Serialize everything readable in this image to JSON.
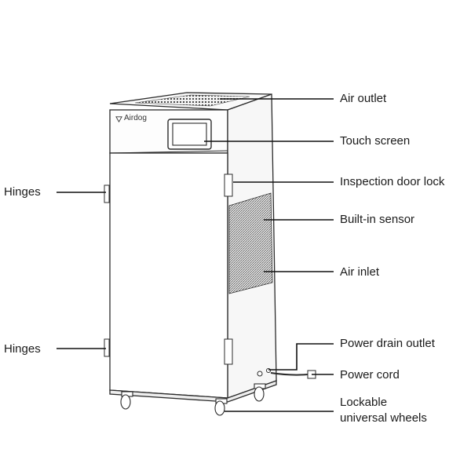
{
  "brand": "Airdog",
  "labels": {
    "air_outlet": "Air outlet",
    "touch_screen": "Touch screen",
    "inspection_door_lock": "Inspection door lock",
    "built_in_sensor": "Built-in sensor",
    "air_inlet": "Air inlet",
    "power_drain_outlet": "Power drain outlet",
    "power_cord": "Power cord",
    "lockable_wheels_line1": "Lockable",
    "lockable_wheels_line2": "universal wheels",
    "hinges_top": "Hinges",
    "hinges_bottom": "Hinges"
  }
}
